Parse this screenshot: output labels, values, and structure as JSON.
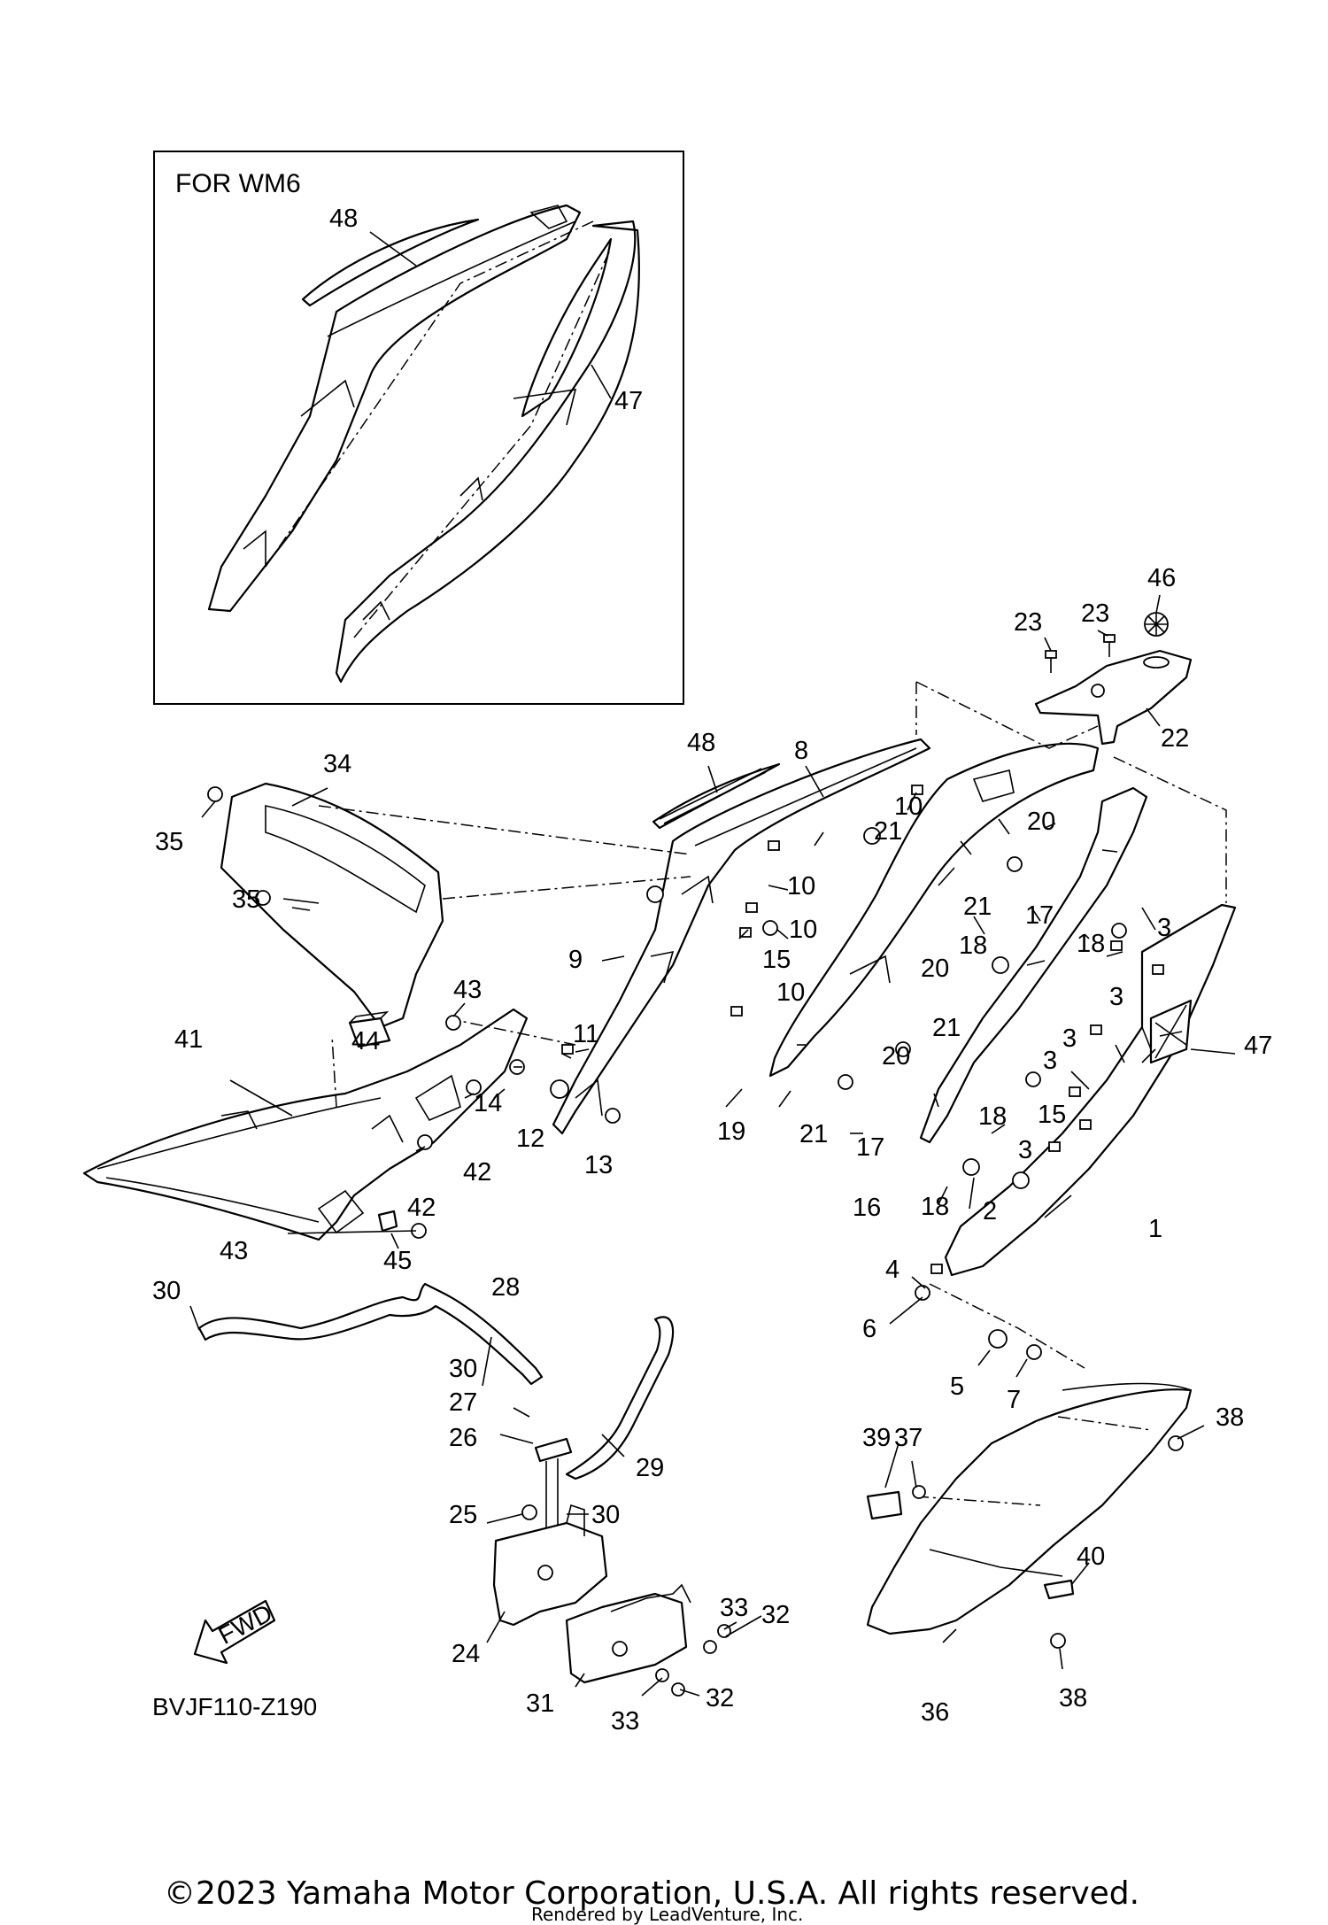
{
  "inset": {
    "title": "FOR WM6",
    "labels": [
      "48",
      "47"
    ]
  },
  "callouts": [
    {
      "id": "c46",
      "text": "46"
    },
    {
      "id": "c23a",
      "text": "23"
    },
    {
      "id": "c23b",
      "text": "23"
    },
    {
      "id": "c22",
      "text": "22"
    },
    {
      "id": "c8",
      "text": "8"
    },
    {
      "id": "c48",
      "text": "48"
    },
    {
      "id": "c34",
      "text": "34"
    },
    {
      "id": "c35a",
      "text": "35"
    },
    {
      "id": "c35b",
      "text": "35"
    },
    {
      "id": "c10a",
      "text": "10"
    },
    {
      "id": "c10b",
      "text": "10"
    },
    {
      "id": "c10c",
      "text": "10"
    },
    {
      "id": "c10d",
      "text": "10"
    },
    {
      "id": "c21a",
      "text": "21"
    },
    {
      "id": "c21b",
      "text": "21"
    },
    {
      "id": "c21c",
      "text": "21"
    },
    {
      "id": "c21d",
      "text": "21"
    },
    {
      "id": "c20a",
      "text": "20"
    },
    {
      "id": "c20b",
      "text": "20"
    },
    {
      "id": "c20c",
      "text": "20"
    },
    {
      "id": "c17a",
      "text": "17"
    },
    {
      "id": "c17b",
      "text": "17"
    },
    {
      "id": "c18a",
      "text": "18"
    },
    {
      "id": "c18b",
      "text": "18"
    },
    {
      "id": "c18c",
      "text": "18"
    },
    {
      "id": "c18d",
      "text": "18"
    },
    {
      "id": "c3a",
      "text": "3"
    },
    {
      "id": "c3b",
      "text": "3"
    },
    {
      "id": "c3c",
      "text": "3"
    },
    {
      "id": "c3d",
      "text": "3"
    },
    {
      "id": "c3e",
      "text": "3"
    },
    {
      "id": "c47",
      "text": "47"
    },
    {
      "id": "c15a",
      "text": "15"
    },
    {
      "id": "c15b",
      "text": "15"
    },
    {
      "id": "c9",
      "text": "9"
    },
    {
      "id": "c43a",
      "text": "43"
    },
    {
      "id": "c43b",
      "text": "43"
    },
    {
      "id": "c44",
      "text": "44"
    },
    {
      "id": "c11",
      "text": "11"
    },
    {
      "id": "c41",
      "text": "41"
    },
    {
      "id": "c14",
      "text": "14"
    },
    {
      "id": "c12",
      "text": "12"
    },
    {
      "id": "c13",
      "text": "13"
    },
    {
      "id": "c19",
      "text": "19"
    },
    {
      "id": "c16",
      "text": "16"
    },
    {
      "id": "c2",
      "text": "2"
    },
    {
      "id": "c1",
      "text": "1"
    },
    {
      "id": "c42a",
      "text": "42"
    },
    {
      "id": "c42b",
      "text": "42"
    },
    {
      "id": "c45",
      "text": "45"
    },
    {
      "id": "c4",
      "text": "4"
    },
    {
      "id": "c6",
      "text": "6"
    },
    {
      "id": "c5",
      "text": "5"
    },
    {
      "id": "c7",
      "text": "7"
    },
    {
      "id": "c30a",
      "text": "30"
    },
    {
      "id": "c28",
      "text": "28"
    },
    {
      "id": "c30b",
      "text": "30"
    },
    {
      "id": "c27",
      "text": "27"
    },
    {
      "id": "c26",
      "text": "26"
    },
    {
      "id": "c29",
      "text": "29"
    },
    {
      "id": "c25",
      "text": "25"
    },
    {
      "id": "c30c",
      "text": "30"
    },
    {
      "id": "c24",
      "text": "24"
    },
    {
      "id": "c33a",
      "text": "33"
    },
    {
      "id": "c32a",
      "text": "32"
    },
    {
      "id": "c31",
      "text": "31"
    },
    {
      "id": "c33b",
      "text": "33"
    },
    {
      "id": "c32b",
      "text": "32"
    },
    {
      "id": "c38a",
      "text": "38"
    },
    {
      "id": "c39",
      "text": "39"
    },
    {
      "id": "c37",
      "text": "37"
    },
    {
      "id": "c40",
      "text": "40"
    },
    {
      "id": "c36",
      "text": "36"
    },
    {
      "id": "c38b",
      "text": "38"
    }
  ],
  "fwd_label": "FWD",
  "diagram_code": "BVJF110-Z190",
  "copyright": "©2023 Yamaha Motor Corporation, U.S.A. All rights reserved.",
  "rendered_by": "Rendered by LeadVenture, Inc."
}
